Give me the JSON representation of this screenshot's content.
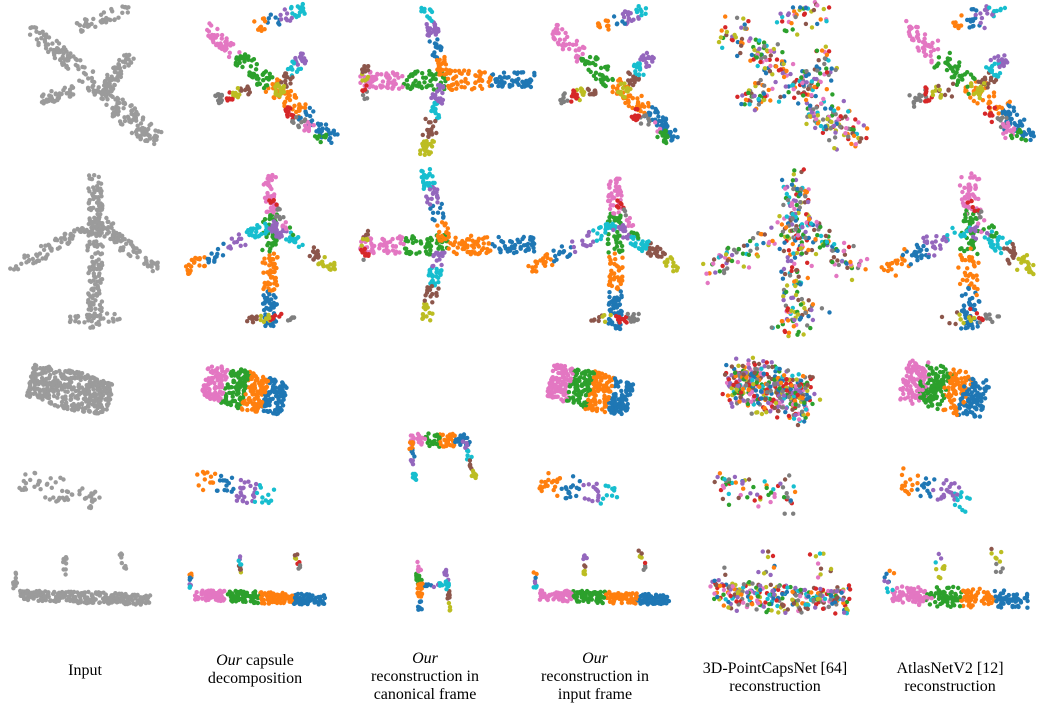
{
  "figure": {
    "columns": [
      {
        "key": "input",
        "line1_italic": "",
        "line1": "Input",
        "line2": "",
        "line3": ""
      },
      {
        "key": "our_capsule",
        "line1_italic": "Our",
        "line1": " capsule",
        "line2": "decomposition",
        "line3": ""
      },
      {
        "key": "our_canonical",
        "line1_italic": "Our",
        "line1": "",
        "line2": "reconstruction in",
        "line3": "canonical frame"
      },
      {
        "key": "our_input_frame",
        "line1_italic": "Our",
        "line1": "",
        "line2": "reconstruction in",
        "line3": "input frame"
      },
      {
        "key": "pointcapsnet",
        "line1_italic": "",
        "line1": "3D-PointCapsNet [64]",
        "line2": "reconstruction",
        "line3": ""
      },
      {
        "key": "atlasnet",
        "line1_italic": "",
        "line1": "AtlasNetV2 [12]",
        "line2": "reconstruction",
        "line3": ""
      }
    ],
    "rows": [
      "airplane-rotated",
      "airplane-topdown",
      "chair-tilted",
      "chair-side"
    ],
    "palette": {
      "gray": "#9b9b9b",
      "capsules": [
        "#e377c2",
        "#2ca02c",
        "#ff7f0e",
        "#1f77b4",
        "#9467bd",
        "#17becf",
        "#8c564b",
        "#bcbd22",
        "#d62728",
        "#7f7f7f"
      ]
    }
  }
}
